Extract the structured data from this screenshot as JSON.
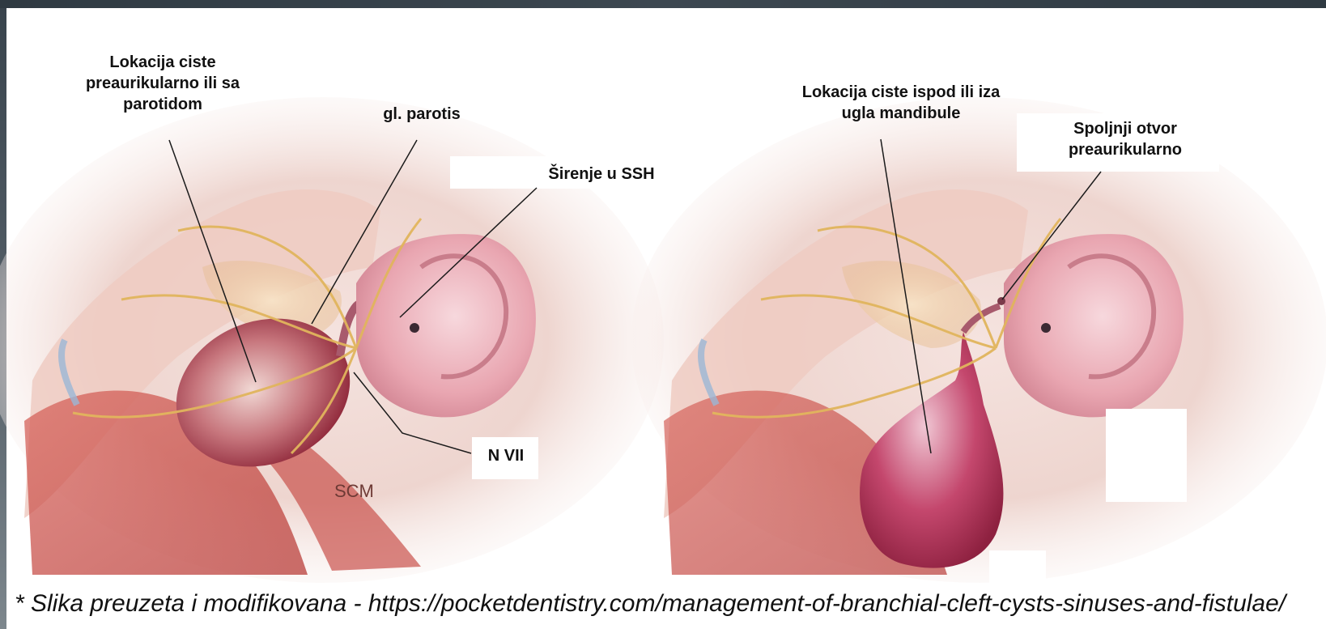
{
  "labels": {
    "cyst_location_left": "Lokacija ciste\npreaurikularno ili sa\nparotidom",
    "parotid_gland": "gl. parotis",
    "spread_ssh": "Širenje u SSH",
    "facial_nerve": "N VII",
    "scm": "SCM",
    "cyst_location_right": "Lokacija ciste ispod ili iza\nugla mandibule",
    "external_opening": "Spoljnji otvor\npreaurikularno"
  },
  "caption": "* Slika preuzeta i modifikovana - https://pocketdentistry.com/management-of-branchial-cleft-cysts-sinuses-and-fistulae/",
  "colors": {
    "frame": "#2f3a42",
    "skin": "#f0d5cf",
    "muscle": "#c94b45",
    "cyst": "#b8395a",
    "ear": "#e9a9b2",
    "nerve": "#e1b55d",
    "leader_line": "#1b1b1b"
  }
}
